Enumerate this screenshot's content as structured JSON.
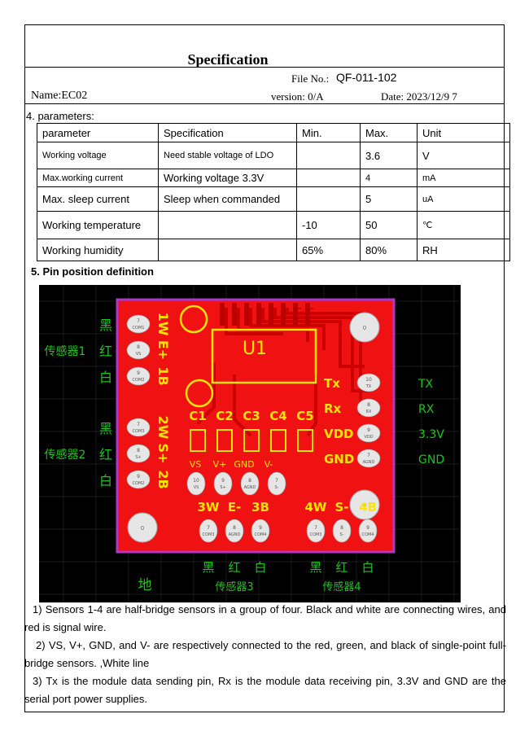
{
  "header": {
    "title": "Specification",
    "file_label": "File No.:",
    "file_no": "QF-011-102",
    "name": "Name:EC02",
    "version": "version: 0/A",
    "date": "Date: 2023/12/9 7"
  },
  "section4": {
    "heading": "4.  parameters:",
    "columns": [
      "parameter",
      "Specification",
      "Min.",
      "Max.",
      "Unit"
    ],
    "rows": [
      {
        "parameter": "Working voltage",
        "spec": "Need stable voltage of LDO",
        "min": "",
        "max": "3.6",
        "unit": "V"
      },
      {
        "parameter": "Max.working current",
        "spec": "Working voltage 3.3V",
        "min": "",
        "max": "4",
        "unit": "mA"
      },
      {
        "parameter": "Max. sleep current",
        "spec": "Sleep when commanded",
        "min": "",
        "max": "5",
        "unit": "uA"
      },
      {
        "parameter": "Working temperature",
        "spec": "",
        "min": "-10",
        "max": "50",
        "unit": "℃"
      },
      {
        "parameter": "Working humidity",
        "spec": "",
        "min": "65%",
        "max": "80%",
        "unit": "RH"
      }
    ]
  },
  "section5": {
    "heading": "5.  Pin position definition"
  },
  "pcb": {
    "colors": {
      "board": "#f01212",
      "outline": "#b235c9",
      "silk": "#ffe400",
      "pad": "#e6e6e6",
      "label": "#1ec41e",
      "bg": "#000000"
    },
    "left_groups": [
      {
        "name": "传感器1",
        "colors": [
          "黑",
          "红",
          "白"
        ],
        "silk": [
          "1W",
          "E+",
          "1B"
        ],
        "pads": [
          [
            "7",
            "COM1"
          ],
          [
            "8",
            "VS"
          ],
          [
            "9",
            "COM2"
          ]
        ]
      },
      {
        "name": "传感器2",
        "colors": [
          "黑",
          "红",
          "白"
        ],
        "silk": [
          "2W",
          "S+",
          "2B"
        ],
        "pads": [
          [
            "7",
            "COM3"
          ],
          [
            "8",
            "S+"
          ],
          [
            "9",
            "COM2"
          ]
        ]
      }
    ],
    "right_pins": [
      {
        "silk": "Tx",
        "pad": [
          "10",
          "TX"
        ],
        "label": "TX"
      },
      {
        "silk": "Rx",
        "pad": [
          "8",
          "RX"
        ],
        "label": "RX"
      },
      {
        "silk": "VDD",
        "pad": [
          "9",
          "VDD"
        ],
        "label": "3.3V"
      },
      {
        "silk": "GND",
        "pad": [
          "7",
          "AGND"
        ],
        "label": "GND"
      }
    ],
    "caps": [
      "C1",
      "C2",
      "C3",
      "C4",
      "C5"
    ],
    "cap_row_labels": [
      "VS",
      "V+",
      "GND",
      "V-"
    ],
    "mid_pads": [
      [
        "10",
        "VS"
      ],
      [
        "9",
        "S+"
      ],
      [
        "8",
        "AGND"
      ],
      [
        "7",
        "S-"
      ]
    ],
    "chip_label": "U1",
    "mount_label": "0",
    "bottom_groups": [
      {
        "name": "传感器3",
        "colors": [
          "黑",
          "红",
          "白"
        ],
        "silk": [
          "3W",
          "E-",
          "3B"
        ],
        "pads": [
          [
            "7",
            "COM3"
          ],
          [
            "8",
            "AGND"
          ],
          [
            "9",
            "COM4"
          ]
        ]
      },
      {
        "name": "传感器4",
        "colors": [
          "黑",
          "红",
          "白"
        ],
        "silk": [
          "4W",
          "S-",
          "4B"
        ],
        "pads": [
          [
            "7",
            "COM3"
          ],
          [
            "8",
            "S-"
          ],
          [
            "9",
            "COM4"
          ]
        ]
      }
    ],
    "ground_label": "地"
  },
  "notes": [
    "1) Sensors 1-4 are half-bridge sensors in a group of four. Black and white are connecting wires, and red is signal wire.",
    "2) VS, V+, GND, and V- are respectively connected to the red, green, and black of single-point full-bridge sensors. ,White line",
    "3) Tx is the module data sending pin, Rx is the module data receiving pin, 3.3V and GND are the serial port power supplies."
  ]
}
